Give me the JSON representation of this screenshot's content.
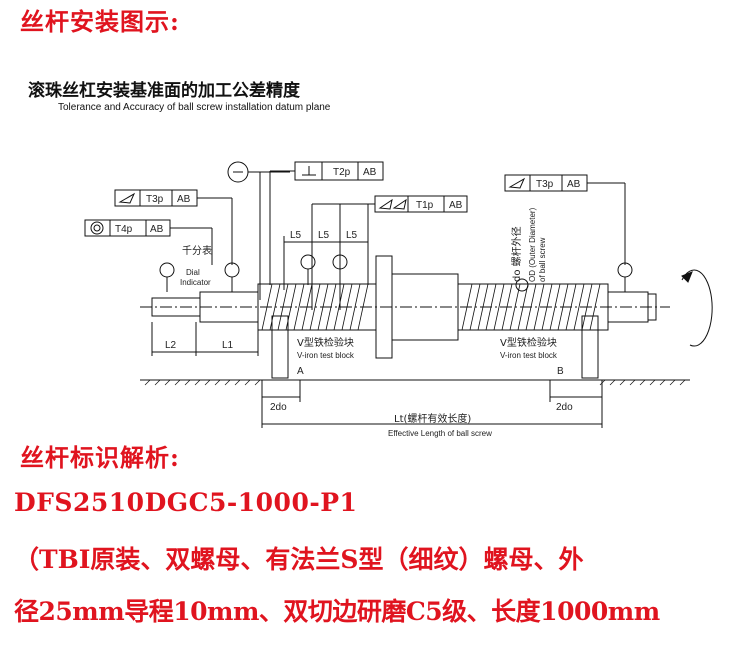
{
  "heading_install": "丝杆安装图示:",
  "diagram": {
    "title_cn": "滚珠丝杠安装基准面的加工公差精度",
    "title_en": "Tolerance and Accuracy of ball screw installation datum plane",
    "tol_T2p": "T2p",
    "tol_T3p_left": "T3p",
    "tol_T4p": "T4p",
    "tol_T1p": "T1p",
    "tol_T3p_right": "T3p",
    "datum_AB": "AB",
    "dim_L5": "L5",
    "dim_L2": "L2",
    "dim_L1": "L1",
    "dim_2do": "2do",
    "dial_cn": "千分表",
    "dial_en_1": "Dial",
    "dial_en_2": "Indicator",
    "vblock_cn": "V型铁检验块",
    "vblock_en": "V-iron test block",
    "label_A": "A",
    "label_B": "B",
    "od_cn": "do 螺杆外径",
    "od_en_1": "OD (Outer Diameter)",
    "od_en_2": "of ball screw",
    "lt_cn": "Lt(螺杆有效长度)",
    "lt_en": "Effective Length of ball screw"
  },
  "heading_analysis": "丝杆标识解析:",
  "model_code": "DFS2510DGC5-1000-P1",
  "desc_line1": "（TBI原装、双螺母、有法兰S型（细纹）螺母、外",
  "desc_line2": "径25mm导程10mm、双切边研磨C5级、长度1000mm",
  "colors": {
    "heading": "#e0141f",
    "line": "#111111"
  }
}
